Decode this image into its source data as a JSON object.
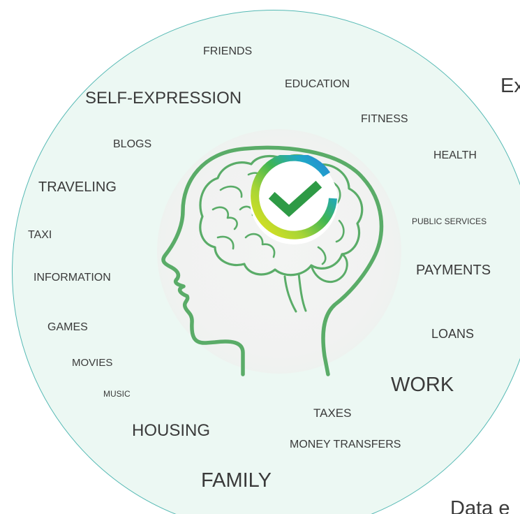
{
  "keywords": {
    "friends": "FRIENDS",
    "self_expression": "SELF-EXPRESSION",
    "education": "EDUCATION",
    "fitness": "FITNESS",
    "blogs": "BLOGS",
    "health": "HEALTH",
    "traveling": "TRAVELING",
    "public_services": "PUBLIC SERVICES",
    "taxi": "TAXI",
    "payments": "PAYMENTS",
    "information": "INFORMATION",
    "games": "GAMES",
    "loans": "LOANS",
    "movies": "MOVIES",
    "work": "WORK",
    "music": "MUSIC",
    "taxes": "TAXES",
    "housing": "HOUSING",
    "money_transfers": "MONEY TRANSFERS",
    "family": "FAMILY"
  },
  "cut_off_text": {
    "top_right": "Ex",
    "bottom_right": "Data e"
  },
  "colors": {
    "circle_fill": "#ecf8f3",
    "circle_border": "#55b9b4",
    "head_outline": "#5aac68",
    "check_green": "#2e9a45",
    "text": "#3a3a3a"
  },
  "icons": {
    "head": "head-with-brain-icon",
    "logo": "checkmark-ring-logo"
  }
}
